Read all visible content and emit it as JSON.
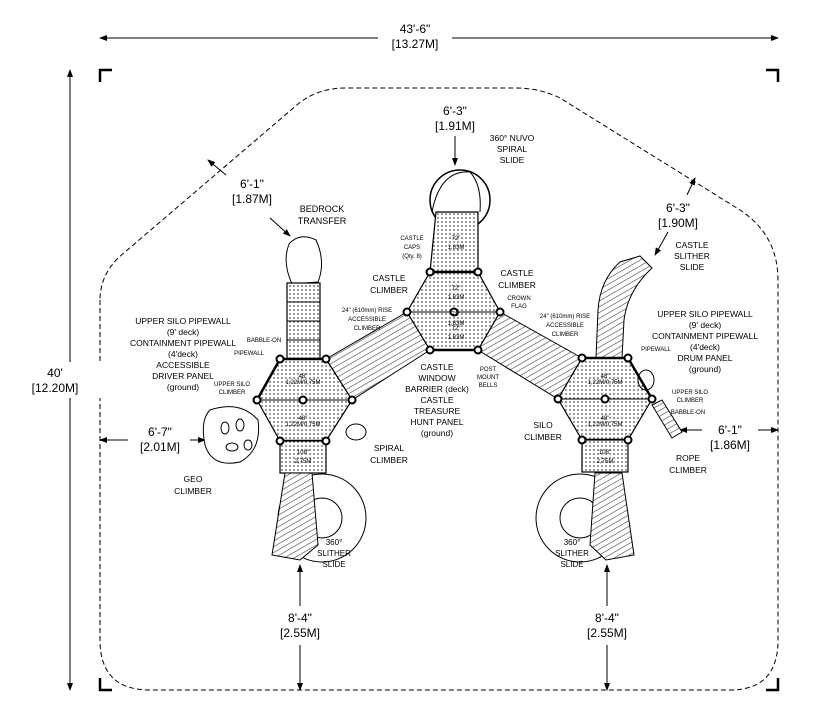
{
  "title": "Playground layout plan",
  "dimensions": {
    "overall_width": {
      "imperial": "43'-6\"",
      "metric": "[13.27M]"
    },
    "overall_depth": {
      "imperial": "40'",
      "metric": "[12.20M]"
    },
    "top_clearance": {
      "imperial": "6'-3\"",
      "metric": "[1.91M]"
    },
    "bedrock_clearance": {
      "imperial": "6'-1\"",
      "metric": "[1.87M]"
    },
    "castle_slide_clearance": {
      "imperial": "6'-3\"",
      "metric": "[1.90M]"
    },
    "left_clearance": {
      "imperial": "6'-7\"",
      "metric": "[2.01M]"
    },
    "right_clearance": {
      "imperial": "6'-1\"",
      "metric": "[1.86M]"
    },
    "bottom_left_clearance": {
      "imperial": "8'-4\"",
      "metric": "[2.55M]"
    },
    "bottom_right_clearance": {
      "imperial": "8'-4\"",
      "metric": "[2.55M]"
    }
  },
  "labels": {
    "bedrock": [
      "BEDROCK",
      "TRANSFER"
    ],
    "nuvo": [
      "360° NUVO",
      "SPIRAL",
      "SLIDE"
    ],
    "castle_caps": [
      "CASTLE",
      "CAPS",
      "(Qty. 8)"
    ],
    "castle_climber_left": [
      "CASTLE",
      "CLIMBER"
    ],
    "castle_climber_right": [
      "CASTLE",
      "CLIMBER"
    ],
    "crown_flag": [
      "CROWN",
      "FLAG"
    ],
    "rise_left": [
      "24\" (610mm) RISE",
      "ACCESSIBLE",
      "CLIMBER"
    ],
    "rise_right": [
      "24\" (610mm) RISE",
      "ACCESSIBLE",
      "CLIMBER"
    ],
    "upper_left": [
      "UPPER SILO PIPEWALL",
      "(9' deck)",
      "CONTAINMENT PIPEWALL",
      "(4'deck)",
      "ACCESSIBLE",
      "DRIVER PANEL",
      "(ground)"
    ],
    "babble_on_left": [
      "BABBLE-ON"
    ],
    "pipewall_left": [
      "PIPEWALL"
    ],
    "upper_silo_climber_left": [
      "UPPER SILO",
      "CLIMBER"
    ],
    "castle_window": [
      "CASTLE",
      "WINDOW",
      "BARRIER (deck)",
      "CASTLE",
      "TREASURE",
      "HUNT PANEL",
      "(ground)"
    ],
    "post_mount": [
      "POST",
      "MOUNT",
      "BELLS"
    ],
    "spiral_climber": [
      "SPIRAL",
      "CLIMBER"
    ],
    "geo": [
      "GEO",
      "CLIMBER"
    ],
    "upper_right": [
      "UPPER SILO PIPEWALL",
      "(9' deck)",
      "CONTAINMENT PIPEWALL",
      "(4'deck)",
      "DRUM PANEL",
      "(ground)"
    ],
    "pipewall_right": [
      "PIPEWALL"
    ],
    "upper_silo_climber_right": [
      "UPPER SILO",
      "CLIMBER"
    ],
    "babble_on_right": [
      "BABBLE-ON"
    ],
    "silo_climber": [
      "SILO",
      "CLIMBER"
    ],
    "rope_climber": [
      "ROPE",
      "CLIMBER"
    ],
    "slither_left": [
      "360°",
      "SLITHER",
      "SLIDE"
    ],
    "slither_right": [
      "360°",
      "SLITHER",
      "SLIDE"
    ],
    "castle_slither": [
      "CASTLE",
      "SLITHER",
      "SLIDE"
    ]
  },
  "deck_heights": {
    "left_upper": [
      "48\"",
      "1,22M/0,75M"
    ],
    "left_lower": [
      "48\"",
      "1,22M/0,75M"
    ],
    "left_base": [
      "108\"",
      "2,75M"
    ],
    "center_top": [
      "72\"",
      "1,83M"
    ],
    "center_upper": [
      "72\"",
      "1,83M"
    ],
    "center_mid": [
      "72\"",
      "1,83M"
    ],
    "center_lower": [
      "72\"",
      "1,83M"
    ],
    "right_upper": [
      "48\"",
      "1,22M/0,75M"
    ],
    "right_lower": [
      "48\"",
      "1,22M/0,75M"
    ],
    "right_base": [
      "108\"",
      "2,75M"
    ]
  }
}
